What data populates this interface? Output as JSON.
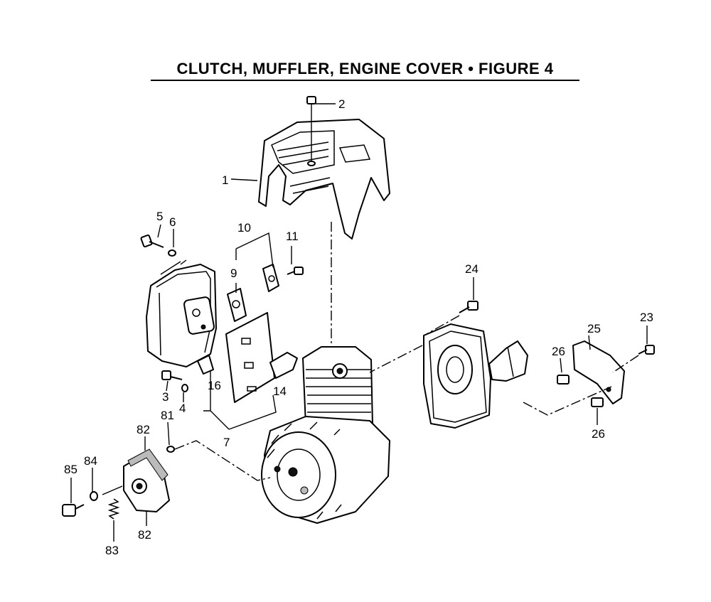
{
  "title": "CLUTCH, MUFFLER, ENGINE COVER  •  FIGURE 4",
  "callouts": [
    {
      "id": "c-2",
      "label": "2"
    },
    {
      "id": "c-1",
      "label": "1"
    },
    {
      "id": "c-5",
      "label": "5"
    },
    {
      "id": "c-6",
      "label": "6"
    },
    {
      "id": "c-10",
      "label": "10"
    },
    {
      "id": "c-11",
      "label": "11"
    },
    {
      "id": "c-9",
      "label": "9"
    },
    {
      "id": "c-24",
      "label": "24"
    },
    {
      "id": "c-23",
      "label": "23"
    },
    {
      "id": "c-25",
      "label": "25"
    },
    {
      "id": "c-26a",
      "label": "26"
    },
    {
      "id": "c-26b",
      "label": "26"
    },
    {
      "id": "c-16",
      "label": "16"
    },
    {
      "id": "c-14",
      "label": "14"
    },
    {
      "id": "c-3",
      "label": "3"
    },
    {
      "id": "c-4",
      "label": "4"
    },
    {
      "id": "c-7",
      "label": "7"
    },
    {
      "id": "c-81",
      "label": "81"
    },
    {
      "id": "c-82a",
      "label": "82"
    },
    {
      "id": "c-82b",
      "label": "82"
    },
    {
      "id": "c-84",
      "label": "84"
    },
    {
      "id": "c-85",
      "label": "85"
    },
    {
      "id": "c-83",
      "label": "83"
    }
  ]
}
